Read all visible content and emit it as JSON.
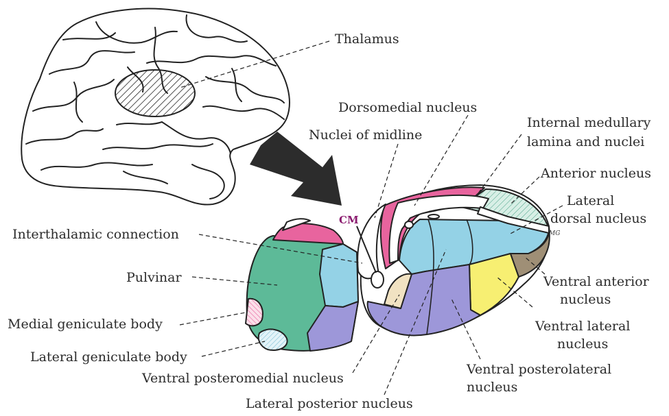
{
  "labels": {
    "thalamus": "Thalamus",
    "dorsomedial": "Dorsomedial nucleus",
    "midline": "Nuclei of midline",
    "internal_medullary_1": "Internal medullary",
    "internal_medullary_2": "lamina and nuclei",
    "anterior": "Anterior nucleus",
    "lateral_dorsal_1": "Lateral",
    "lateral_dorsal_2": "dorsal nucleus",
    "cm": "CM",
    "mg_tag": "MG",
    "interthalamic": "Interthalamic connection",
    "pulvinar": "Pulvinar",
    "medial_geniculate": "Medial geniculate body",
    "lateral_geniculate": "Lateral geniculate body",
    "vpm": "Ventral posteromedial nucleus",
    "lateral_posterior": "Lateral posterior nucleus",
    "ventral_anterior_1": "Ventral anterior",
    "ventral_anterior_2": "nucleus",
    "ventral_lateral_1": "Ventral lateral",
    "ventral_lateral_2": "nucleus",
    "vpl_1": "Ventral posterolateral",
    "vpl_2": "nucleus"
  },
  "colors": {
    "pink": "#e8649e",
    "green": "#5dba98",
    "light_blue": "#94d2e6",
    "purple": "#9d97d9",
    "yellow": "#f7ef72",
    "brown": "#9f8f76",
    "beige": "#f1e2c2",
    "pale_teal": "#d8efe6",
    "arrow": "#2c2c2c",
    "cm_text": "#8a1a6e"
  }
}
